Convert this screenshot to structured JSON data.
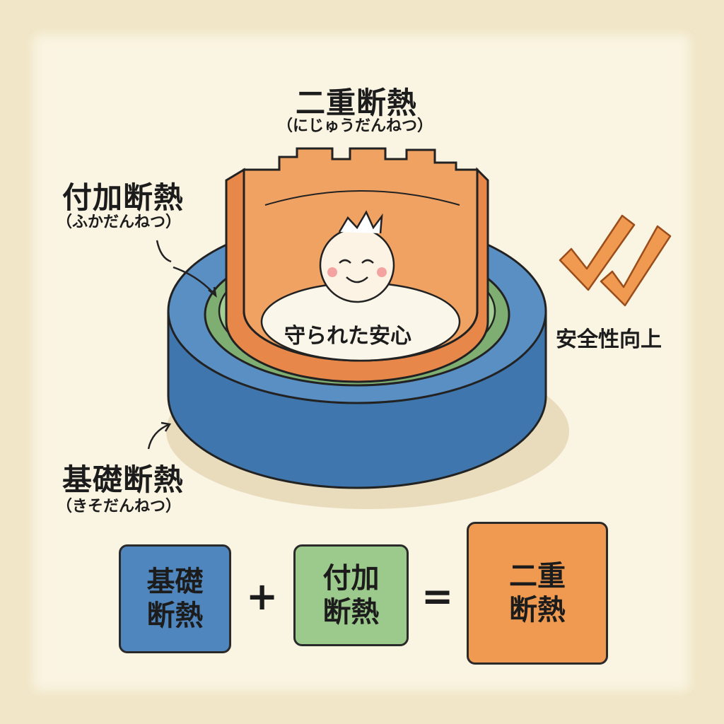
{
  "title": {
    "main": "二重断熱",
    "reading": "（にじゅうだんねつ）"
  },
  "labels": {
    "additional": {
      "main": "付加断熱",
      "reading": "（ふかだんねつ）"
    },
    "foundation": {
      "main": "基礎断熱",
      "reading": "（きそだんねつ）"
    },
    "center": "守られた安心",
    "safety": "安全性向上"
  },
  "equation": {
    "box1": {
      "line1": "基礎",
      "line2": "断熱",
      "color": "#4f86bd"
    },
    "plus": "+",
    "box2": {
      "line1": "付加",
      "line2": "断熱",
      "color": "#9cc98c"
    },
    "equals": "=",
    "box3": {
      "line1": "二重",
      "line2": "断熱",
      "color": "#ef9a50"
    }
  },
  "colors": {
    "blue": "#4f86bd",
    "green": "#9cc98c",
    "orange": "#ec9450",
    "background": "#faf4e2"
  }
}
